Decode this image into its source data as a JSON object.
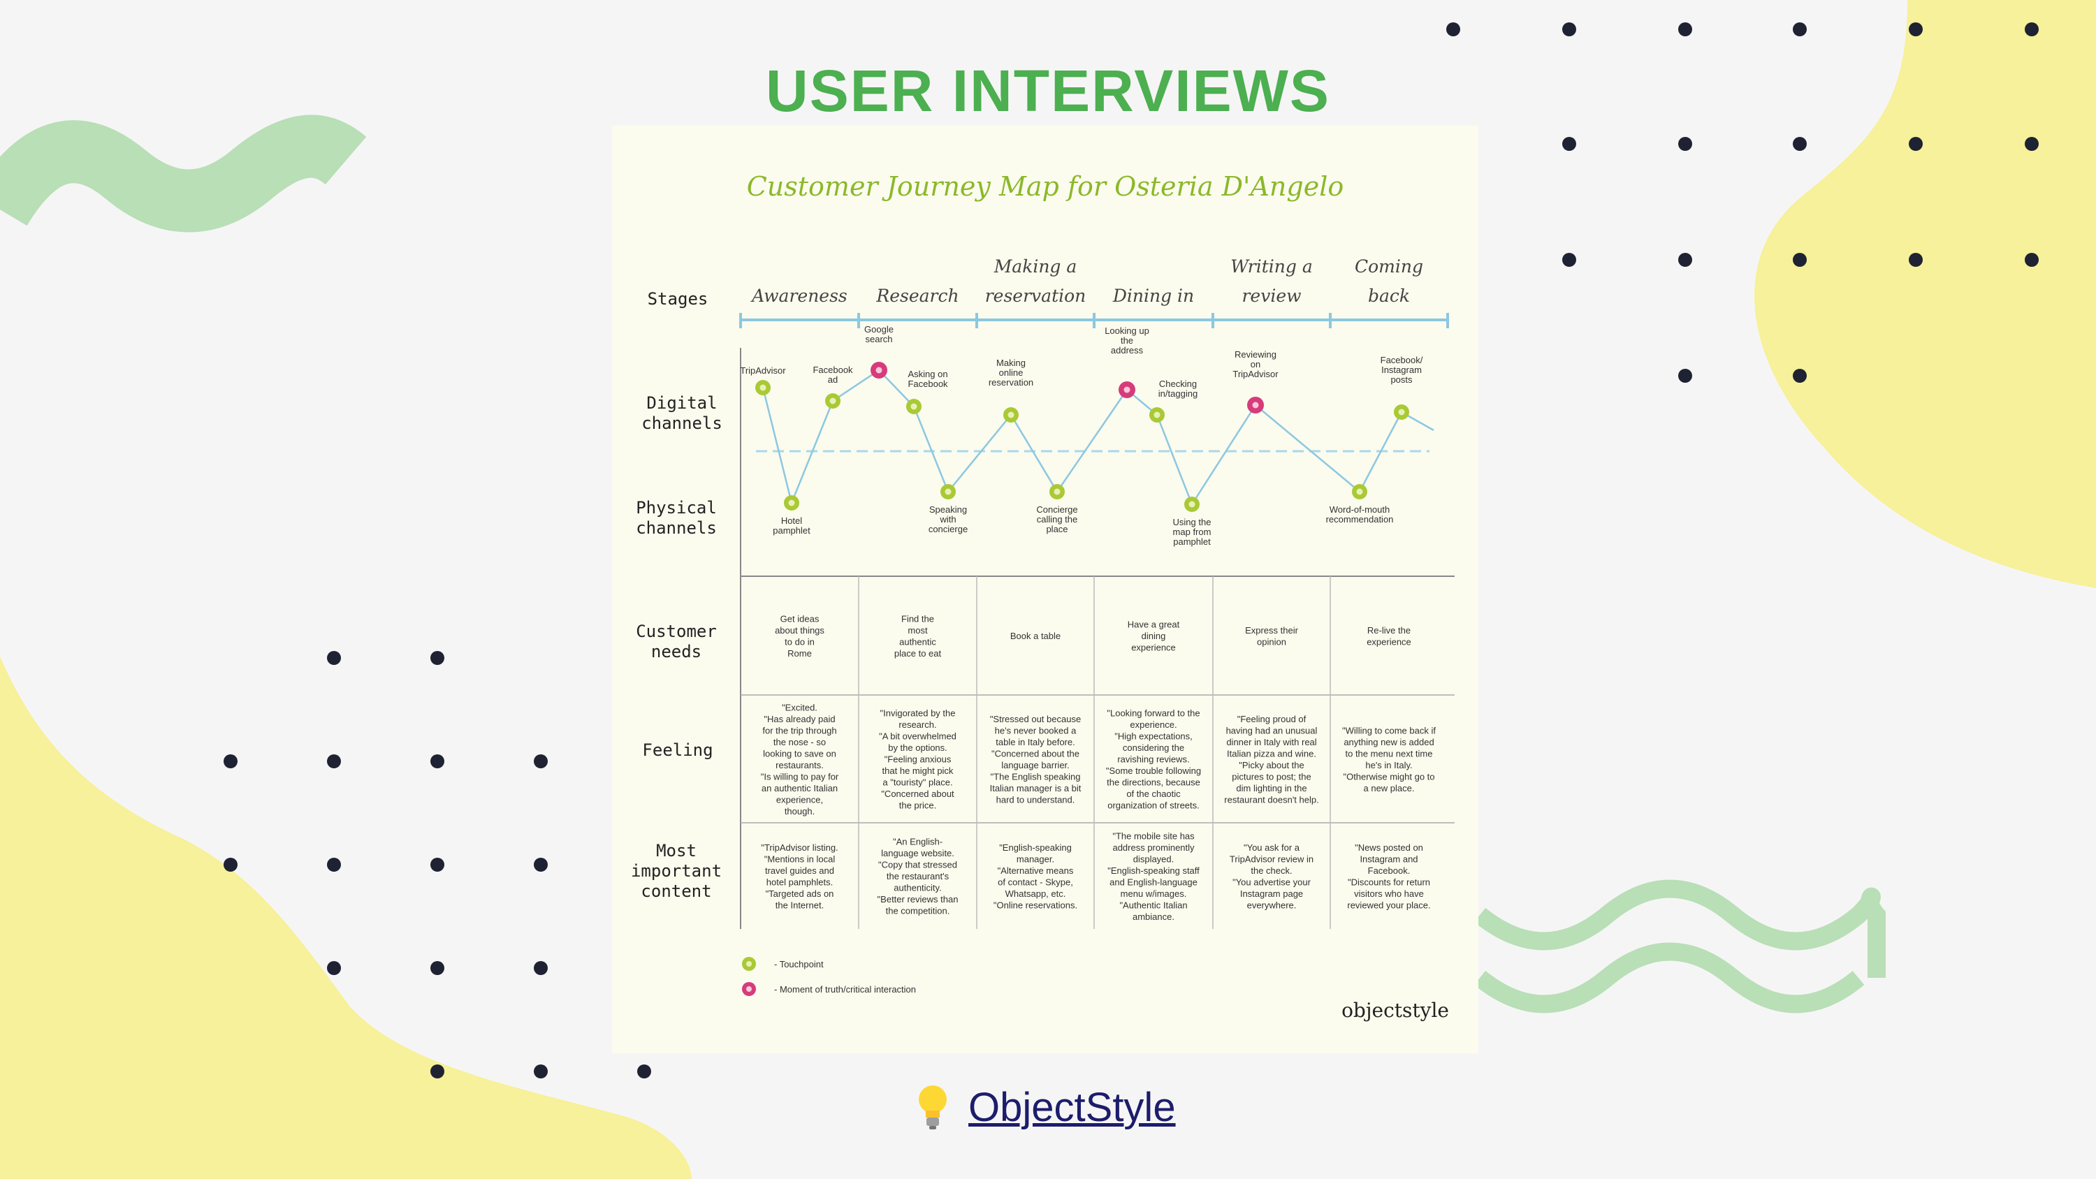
{
  "slide": {
    "title": "USER INTERVIEWS",
    "link_text": "ObjectStyle",
    "link_icon": "lightbulb-icon"
  },
  "colors": {
    "title_green": "#4caf50",
    "wave_green": "#b8dfb6",
    "blob_yellow": "#f6f19a",
    "dot_navy": "#1e2233",
    "touchpoint_green": "#a9c935",
    "moment_pink": "#d63b7b",
    "line_blue": "#8cc8e0"
  },
  "journey_map": {
    "title": "Customer Journey Map for Osteria D'Angelo",
    "row_labels": {
      "stages": "Stages",
      "digital": [
        "Digital",
        "channels"
      ],
      "physical": [
        "Physical",
        "channels"
      ],
      "needs": [
        "Customer",
        "needs"
      ],
      "feeling": "Feeling",
      "content": [
        "Most",
        "important",
        "content"
      ]
    },
    "stages": [
      [
        "Awareness"
      ],
      [
        "Research"
      ],
      [
        "Making a",
        "reservation"
      ],
      [
        "Dining in"
      ],
      [
        "Writing a",
        "review"
      ],
      [
        "Coming",
        "back"
      ]
    ],
    "touchpoints": [
      {
        "label": [
          "TripAdvisor"
        ],
        "kind": "touchpoint"
      },
      {
        "label": [
          "Hotel",
          "pamphlet"
        ],
        "kind": "touchpoint"
      },
      {
        "label": [
          "Facebook",
          "ad"
        ],
        "kind": "touchpoint"
      },
      {
        "label": [
          "Google",
          "search"
        ],
        "kind": "moment"
      },
      {
        "label": [
          "Asking on",
          "Facebook"
        ],
        "kind": "touchpoint"
      },
      {
        "label": [
          "Speaking",
          "with",
          "concierge"
        ],
        "kind": "touchpoint"
      },
      {
        "label": [
          "Making",
          "online",
          "reservation"
        ],
        "kind": "touchpoint"
      },
      {
        "label": [
          "Concierge",
          "calling the",
          "place"
        ],
        "kind": "touchpoint"
      },
      {
        "label": [
          "Looking up",
          "the",
          "address"
        ],
        "kind": "moment"
      },
      {
        "label": [
          "Checking",
          "in/tagging"
        ],
        "kind": "touchpoint"
      },
      {
        "label": [
          "Using the",
          "map from",
          "pamphlet"
        ],
        "kind": "touchpoint"
      },
      {
        "label": [
          "Reviewing",
          "on",
          "TripAdvisor"
        ],
        "kind": "moment"
      },
      {
        "label": [
          "Word-of-mouth",
          "recommendation"
        ],
        "kind": "touchpoint"
      },
      {
        "label": [
          "Facebook/",
          "Instagram",
          "posts"
        ],
        "kind": "touchpoint"
      }
    ],
    "needs": [
      [
        "Get ideas",
        "about things",
        "to do in",
        "Rome"
      ],
      [
        "Find the",
        "most",
        "authentic",
        "place to eat"
      ],
      [
        "Book a table"
      ],
      [
        "Have a great",
        "dining",
        "experience"
      ],
      [
        "Express their",
        "opinion"
      ],
      [
        "Re-live the",
        "experience"
      ]
    ],
    "feelings": [
      [
        "\"Excited.",
        "\"Has already paid",
        "for the trip through",
        "the nose - so",
        "looking to save on",
        "restaurants.",
        "\"Is willing to pay for",
        "an authentic Italian",
        "experience,",
        "though."
      ],
      [
        "\"Invigorated by the",
        "research.",
        "\"A bit overwhelmed",
        "by the options.",
        "\"Feeling anxious",
        "that he might pick",
        "a \"touristy\" place.",
        "\"Concerned about",
        "the price."
      ],
      [
        "\"Stressed out because",
        "he's never booked a",
        "table in Italy before.",
        "\"Concerned about the",
        "language barrier.",
        "\"The English speaking",
        "Italian manager is a bit",
        "hard to understand."
      ],
      [
        "\"Looking forward to the",
        "experience.",
        "\"High expectations,",
        "considering the",
        "ravishing reviews.",
        "\"Some trouble following",
        "the directions, because",
        "of the chaotic",
        "organization of streets."
      ],
      [
        "\"Feeling proud of",
        "having had an unusual",
        "dinner in Italy with real",
        "Italian pizza and wine.",
        "\"Picky about the",
        "pictures to post; the",
        "dim lighting in the",
        "restaurant doesn't help."
      ],
      [
        "\"Willing to come back if",
        "anything new is added",
        "to the menu next time",
        "he's in Italy.",
        "\"Otherwise might go to",
        "a new place."
      ]
    ],
    "contents": [
      [
        "\"TripAdvisor listing.",
        "\"Mentions in local",
        "travel guides and",
        "hotel pamphlets.",
        "\"Targeted ads on",
        "the Internet."
      ],
      [
        "\"An English-",
        "language website.",
        "\"Copy that stressed",
        "the restaurant's",
        "authenticity.",
        "\"Better reviews than",
        "the competition."
      ],
      [
        "\"English-speaking",
        "manager.",
        "\"Alternative means",
        "of contact - Skype,",
        "Whatsapp, etc.",
        "\"Online reservations."
      ],
      [
        "\"The mobile site has",
        "address prominently",
        "displayed.",
        "\"English-speaking staff",
        "and English-language",
        "menu w/images.",
        "\"Authentic Italian",
        "ambiance."
      ],
      [
        "\"You ask for a",
        "TripAdvisor review in",
        "the check.",
        "\"You advertise your",
        "Instagram page",
        "everywhere."
      ],
      [
        "\"News posted on",
        "Instagram and",
        "Facebook.",
        "\"Discounts for return",
        "visitors who have",
        "reviewed your place."
      ]
    ],
    "legend": [
      {
        "label": "- Touchpoint",
        "kind": "touchpoint"
      },
      {
        "label": "- Moment of truth/critical interaction",
        "kind": "moment"
      }
    ],
    "logo": "objectstyle"
  }
}
